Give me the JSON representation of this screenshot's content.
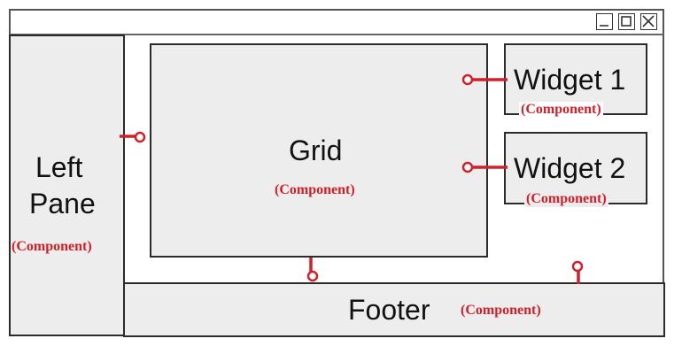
{
  "window": {
    "controls": [
      {
        "name": "minimize",
        "icon": "minimize-icon"
      },
      {
        "name": "maximize",
        "icon": "maximize-icon"
      },
      {
        "name": "close",
        "icon": "close-icon"
      }
    ]
  },
  "components_tag": "(Component)",
  "left_pane": {
    "title_line1": "Left",
    "title_line2": "Pane",
    "tag": "(Component)"
  },
  "grid": {
    "title": "Grid",
    "tag": "(Component)"
  },
  "widget1": {
    "title": "Widget 1",
    "tag": "(Component)"
  },
  "widget2": {
    "title": "Widget 2",
    "tag": "(Component)"
  },
  "footer": {
    "title": "Footer",
    "tag": "(Component)"
  },
  "colors": {
    "connector": "#d0202a",
    "component_tag": "#d0202a",
    "box_fill": "#ededed",
    "border": "#2b2b2b"
  }
}
